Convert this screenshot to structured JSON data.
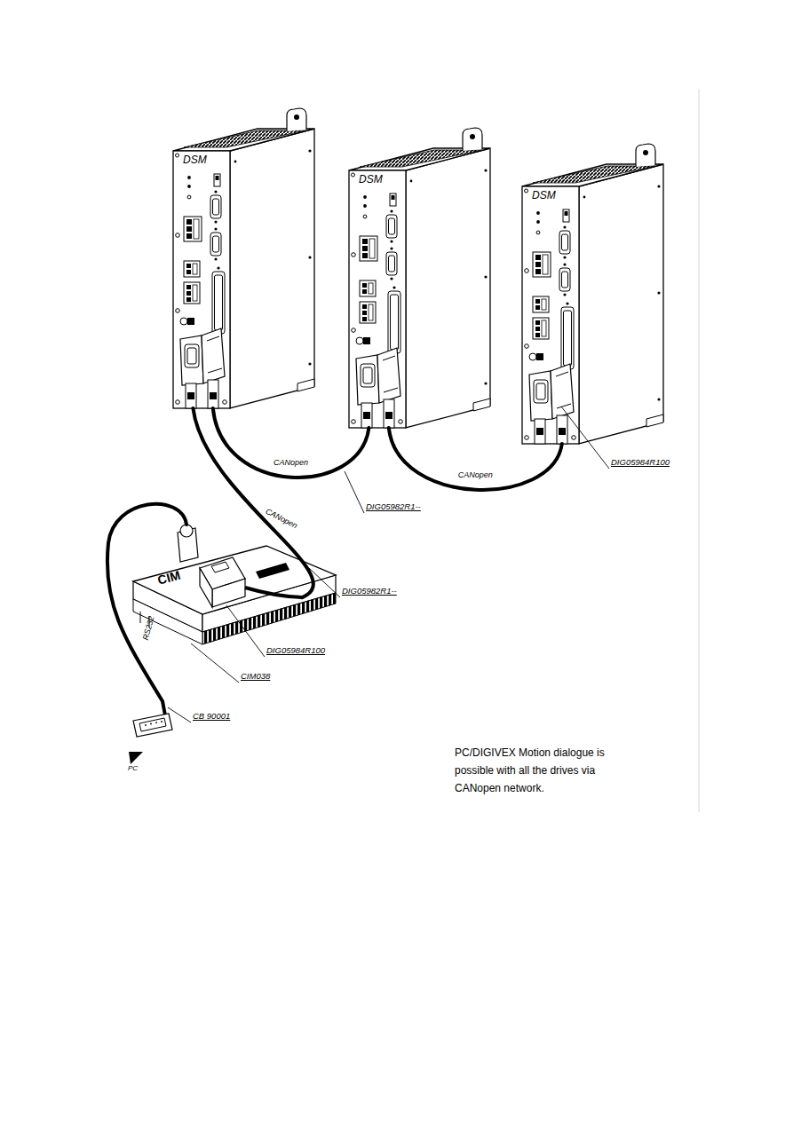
{
  "diagram": {
    "nodes": [
      {
        "text": [
          "DSM"
        ]
      },
      {
        "text": [
          "DSM"
        ]
      },
      {
        "text": [
          "DSM"
        ]
      },
      {
        "text": [
          "CIM"
        ]
      }
    ],
    "edges": [
      {
        "from": 3,
        "to": 0,
        "arrow": "none",
        "label": "CANopen"
      },
      {
        "from": 0,
        "to": 1,
        "arrow": "none",
        "label": "CANopen"
      },
      {
        "from": 1,
        "to": 2,
        "arrow": "none",
        "label": "CANopen"
      }
    ],
    "labels": [
      "DIG05984R100",
      "DIG05982R1--",
      "DIG05982R1--",
      "RS232",
      "DIG05984R100",
      "CIM038",
      "CB 90001",
      "PC/DIGIVEX Motion dialogue is possible with all the drives via CANopen network.",
      "PC"
    ]
  }
}
